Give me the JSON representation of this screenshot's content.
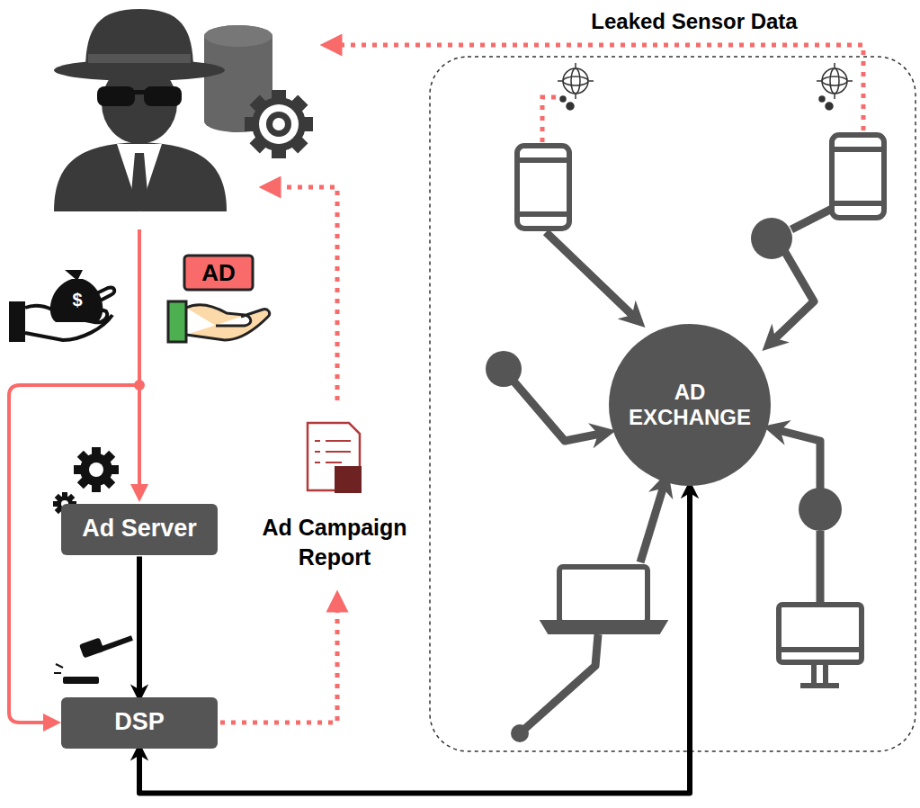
{
  "diagram": {
    "nodes": [
      {
        "text": [
          "Ad Server"
        ]
      },
      {
        "text": [
          "DSP"
        ]
      },
      {
        "text": [
          "AD EXCHANGE"
        ]
      }
    ],
    "edges": [
      {
        "from": 0,
        "to": 1,
        "arrow": "to"
      },
      {
        "from": 1,
        "to": 2,
        "arrow": "both"
      }
    ],
    "labels": [
      "Leaked Sensor Data",
      "Ad Campaign Report",
      "AD",
      "$"
    ]
  }
}
